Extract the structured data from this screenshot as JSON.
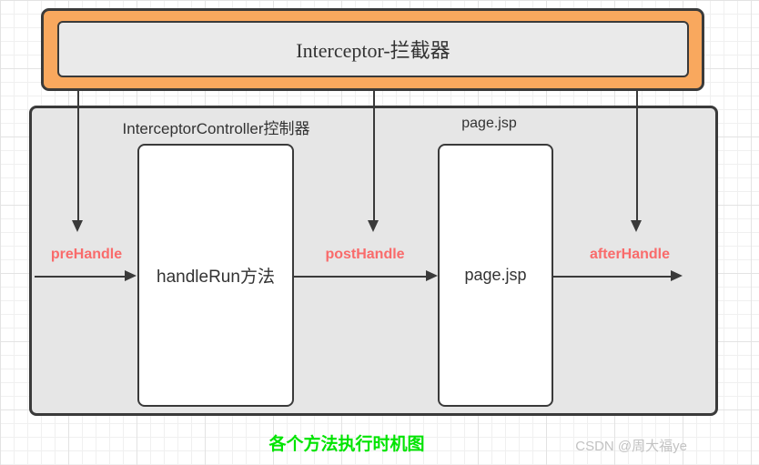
{
  "diagram": {
    "title": "Interceptor-拦截器",
    "caption": "各个方法执行时机图",
    "watermark": "CSDN @周大福ye",
    "group_labels": {
      "controller": "InterceptorController控制器",
      "page": "page.jsp"
    },
    "nodes": {
      "handle_run": "handleRun方法",
      "page_jsp": "page.jsp"
    },
    "edge_labels": {
      "pre": "preHandle",
      "post": "postHandle",
      "after": "afterHandle"
    },
    "edges": [
      {
        "from": "Interceptor-拦截器",
        "to": "handleRun方法",
        "label": "preHandle"
      },
      {
        "from": "Interceptor-拦截器",
        "to": "page.jsp",
        "label": "postHandle"
      },
      {
        "from": "Interceptor-拦截器",
        "to": "out",
        "label": "afterHandle"
      },
      {
        "from": "handleRun方法",
        "to": "page.jsp",
        "label": "postHandle"
      }
    ]
  },
  "colors": {
    "orange": "#f9a85e",
    "border": "#3a3a3a",
    "gray_fill": "#e6e6e6",
    "inner_gray": "#eaeaea",
    "red": "#f96b6b",
    "green": "#00e400",
    "watermark_gray": "#c2c2c2"
  }
}
